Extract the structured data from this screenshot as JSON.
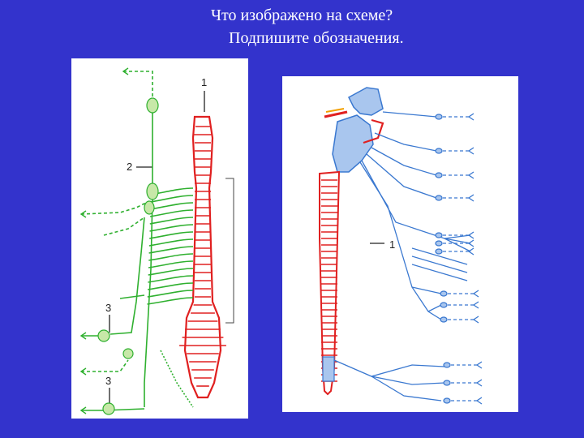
{
  "title": {
    "line1": "Что изображено на схеме?",
    "line2": "Подпишите обозначения."
  },
  "left_diagram": {
    "labels": [
      "1",
      "2",
      "3",
      "3"
    ]
  },
  "right_diagram": {
    "labels": [
      "1"
    ]
  },
  "colors": {
    "background": "#3333cc",
    "spinal_cord": "#e02020",
    "nerves_left": "#2fb02f",
    "nerves_right": "#3a78d0"
  }
}
